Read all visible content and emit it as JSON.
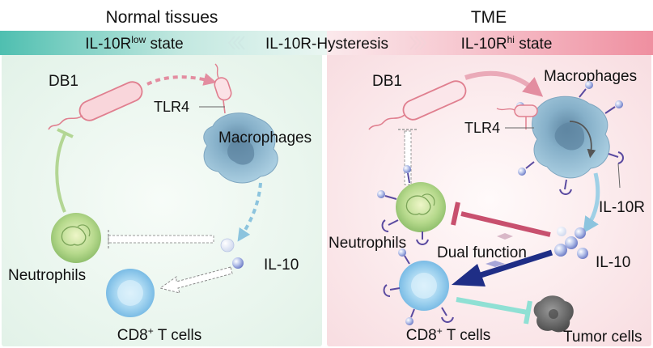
{
  "left_panel": {
    "heading": "Normal tissues",
    "state_base": "IL-10R",
    "state_sup": "low",
    "state_tail": " state",
    "labels": {
      "db1": "DB1",
      "tlr4": "TLR4",
      "macrophages": "Macrophages",
      "neutrophils": "Neutrophils",
      "il10": "IL-10",
      "cd8_base": "CD8",
      "cd8_sup": "+",
      "cd8_tail": " T cells"
    }
  },
  "center_banner": {
    "label": "IL-10R-Hysteresis"
  },
  "right_panel": {
    "heading": "TME",
    "state_base": "IL-10R",
    "state_sup": "hi",
    "state_tail": " state",
    "labels": {
      "db1": "DB1",
      "tlr4": "TLR4",
      "macrophages": "Macrophages",
      "il10r": "IL-10R",
      "neutrophils": "Neutrophils",
      "dual_function": "Dual function",
      "il10": "IL-10",
      "cd8_base": "CD8",
      "cd8_sup": "+",
      "cd8_tail": " T cells",
      "tumor_cells": "Tumor cells"
    }
  },
  "colors": {
    "left_band": "#4fbfb0",
    "right_band": "#ef8fa0",
    "left_bg": "#eaf6ef",
    "right_bg": "#fbe6e8",
    "bacteria_fill": "#f9d6db",
    "bacteria_stroke": "#e07f8f",
    "macrophage": "#86b4cf",
    "neutrophil": "#a8cf82",
    "t_cell": "#86c4ea",
    "pink_arrow": "#e38da0",
    "blue_arrow": "#8cc4de",
    "green_inhibit": "#b3d694",
    "magenta_inhibit": "#c8506e",
    "navy_arrow": "#1f2e86",
    "teal_inhibit": "#8fe0d4",
    "tumor": "#7a7a7a",
    "receptor": "#5a4aa0"
  }
}
